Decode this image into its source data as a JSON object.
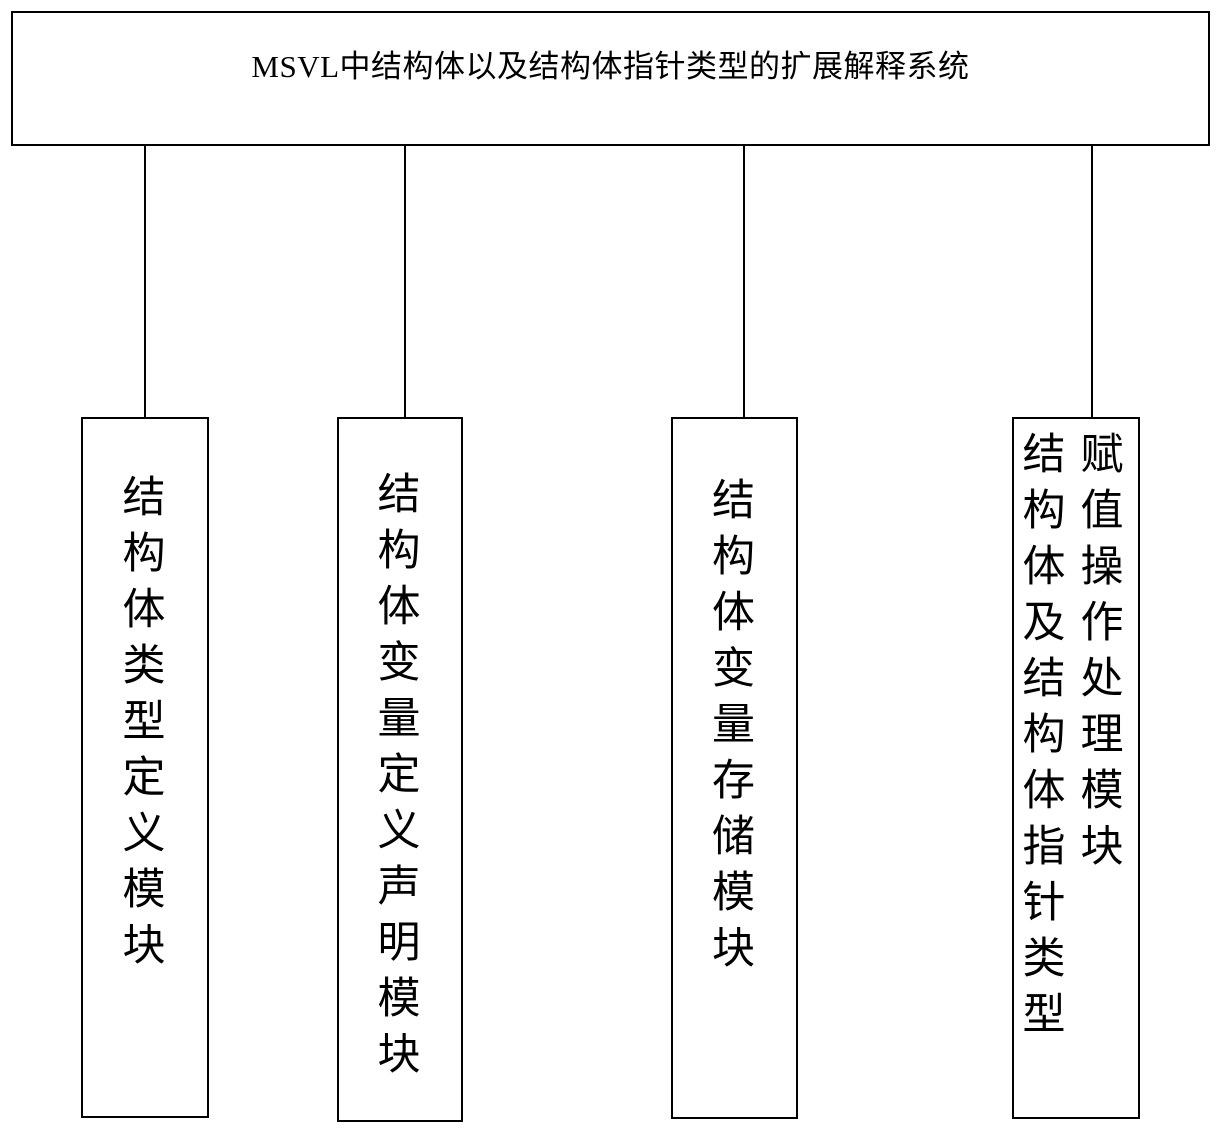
{
  "diagram": {
    "type": "hierarchy-tree",
    "orientation": "top-down",
    "text_direction": "vertical-rl",
    "colors": {
      "stroke": "#000000",
      "background": "#ffffff",
      "text": "#000000"
    },
    "root": {
      "title": "MSVL中结构体以及结构体指针类型的扩展解释系统"
    },
    "modules": [
      {
        "id": "struct-type-definition-module",
        "label": "结构体类型定义模块",
        "columns": [
          "结构体类型定义模块"
        ]
      },
      {
        "id": "struct-variable-declaration-module",
        "label": "结构体变量定义声明模块",
        "columns": [
          "结构体变量定义声明模块"
        ]
      },
      {
        "id": "struct-variable-storage-module",
        "label": "结构体变量存储模块",
        "columns": [
          "结构体变量存储模块"
        ]
      },
      {
        "id": "struct-pointer-assignment-module",
        "label": "结构体及结构体指针类型赋值操作处理模块",
        "columns": [
          "赋值操作处理模块",
          "结构体及结构体指针类型"
        ]
      }
    ]
  }
}
